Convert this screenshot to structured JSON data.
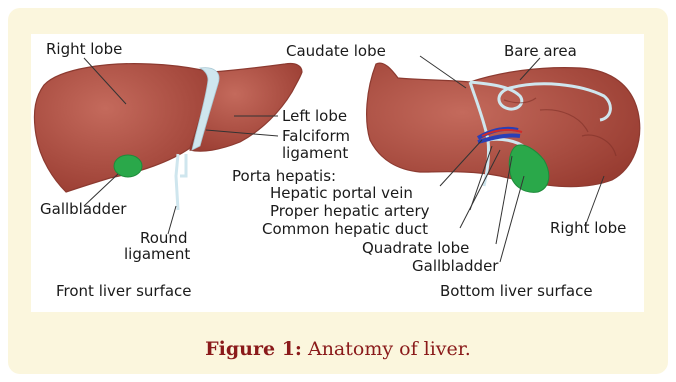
{
  "figure": {
    "labels": {
      "right_lobe_front": "Right lobe",
      "caudate_lobe": "Caudate lobe",
      "bare_area": "Bare area",
      "left_lobe": "Left lobe",
      "falciform_1": "Falciform",
      "falciform_2": "ligament",
      "porta_hepatis": "Porta hepatis:",
      "hepatic_portal_vein": "Hepatic portal vein",
      "proper_hepatic_artery": "Proper hepatic artery",
      "common_hepatic_duct": "Common hepatic duct",
      "quadrate_lobe": "Quadrate lobe",
      "gallbladder_bottom": "Gallbladder",
      "right_lobe_bottom": "Right lobe",
      "gallbladder_front": "Gallbladder",
      "round_1": "Round",
      "round_2": "ligament",
      "front_surface": "Front liver surface",
      "bottom_surface": "Bottom liver surface"
    }
  },
  "caption": {
    "prefix": "Figure 1:",
    "text": " Anatomy of liver."
  },
  "colors": {
    "liver": "#a8473b",
    "liver_highlight": "#c0675a",
    "ligament": "#cfe6ee",
    "gallbladder": "#2aa84a",
    "vein": "#2b3fb5",
    "artery": "#d02a2a"
  }
}
